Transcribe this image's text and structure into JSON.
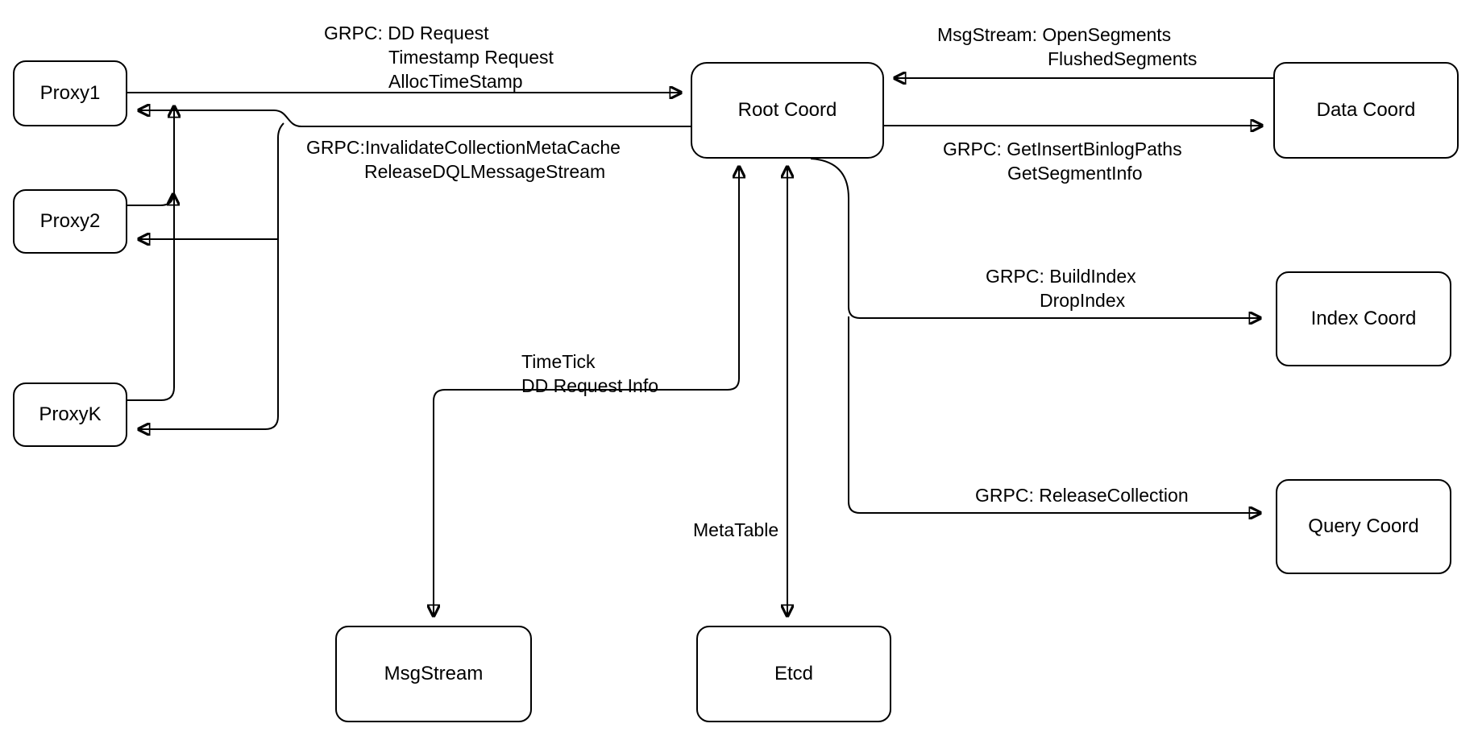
{
  "nodes": {
    "proxy1": {
      "label": "Proxy1"
    },
    "proxy2": {
      "label": "Proxy2"
    },
    "proxyk": {
      "label": "ProxyK"
    },
    "rootcoord": {
      "label": "Root Coord"
    },
    "datacoord": {
      "label": "Data Coord"
    },
    "indexcoord": {
      "label": "Index Coord"
    },
    "querycoord": {
      "label": "Query Coord"
    },
    "msgstream": {
      "label": "MsgStream"
    },
    "etcd": {
      "label": "Etcd"
    }
  },
  "edge_labels": {
    "proxy_to_root": {
      "lines": [
        "GRPC: DD Request",
        "Timestamp Request",
        "AllocTimeStamp"
      ]
    },
    "root_to_proxy": {
      "lines": [
        "GRPC:InvalidateCollectionMetaCache",
        "ReleaseDQLMessageStream"
      ]
    },
    "data_to_root": {
      "lines": [
        "MsgStream: OpenSegments",
        "FlushedSegments"
      ]
    },
    "root_to_data": {
      "lines": [
        "GRPC: GetInsertBinlogPaths",
        "GetSegmentInfo"
      ]
    },
    "root_to_index": {
      "lines": [
        "GRPC: BuildIndex",
        "DropIndex"
      ]
    },
    "root_to_query": {
      "lines": [
        "GRPC: ReleaseCollection"
      ]
    },
    "root_to_msgstream": {
      "lines": [
        "TimeTick",
        "DD Request Info"
      ]
    },
    "root_to_etcd": {
      "lines": [
        "MetaTable"
      ]
    }
  },
  "colors": {
    "stroke": "#000000",
    "background": "#ffffff"
  }
}
